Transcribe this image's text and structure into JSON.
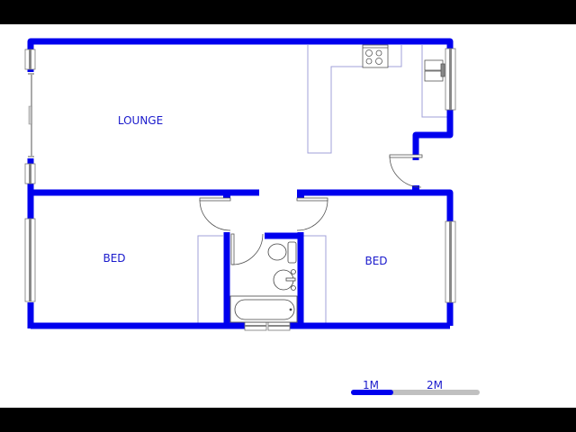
{
  "rooms": {
    "lounge": {
      "label": "LOUNGE"
    },
    "bed_left": {
      "label": "BED"
    },
    "bed_right": {
      "label": "BED"
    }
  },
  "scale_bar": {
    "label_1": "1M",
    "label_2": "2M"
  },
  "colors": {
    "wall": "#0000ee",
    "fixture_outline": "#9a9ad0",
    "window": "#888888",
    "label": "#1a1acc",
    "scale_inactive": "#c0c0c0"
  }
}
